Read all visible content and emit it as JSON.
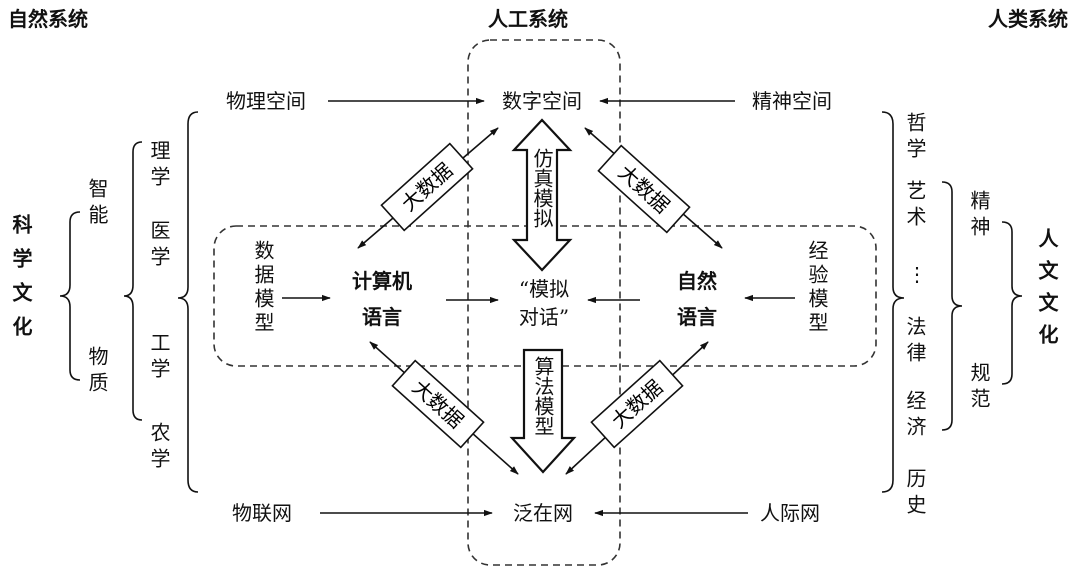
{
  "headers": {
    "natural": "自然系统",
    "artificial": "人工系统",
    "human": "人类系统"
  },
  "spaces": {
    "physical": "物理空间",
    "digital": "数字空间",
    "spiritual": "精神空间"
  },
  "networks": {
    "iot": "物联网",
    "ubiquitous": "泛在网",
    "interpersonal": "人际网"
  },
  "left": {
    "culture": "科学文化",
    "intelligence": "智能",
    "matter": "物质",
    "sciences": [
      "理学",
      "医学",
      "工学",
      "农学"
    ]
  },
  "right": {
    "disciplines": [
      "哲学",
      "艺术",
      "⋮",
      "法律",
      "经济",
      "历史"
    ],
    "spirit": "精神",
    "norms": "规范",
    "culture": "人文文化"
  },
  "center": {
    "data_model": "数据模型",
    "computer_language_1": "计算机",
    "computer_language_2": "语言",
    "dialogue_1": "“模拟",
    "dialogue_2": "对话”",
    "natural_language_1": "自然",
    "natural_language_2": "语言",
    "experience_model": "经验模型",
    "simulation_model": "仿真模拟",
    "algorithm_model": "算法模型",
    "big_data": "大数据"
  }
}
